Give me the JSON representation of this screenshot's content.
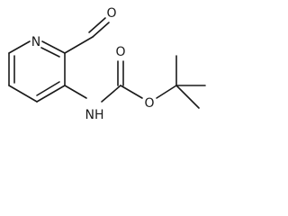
{
  "structure": {
    "atom_labels": {
      "n_ring": "N",
      "o_aldehyde": "O",
      "o_carbonyl": "O",
      "o_ester": "O",
      "nh": "NH"
    },
    "line_color": "#1a1a1a",
    "background": "#ffffff"
  }
}
